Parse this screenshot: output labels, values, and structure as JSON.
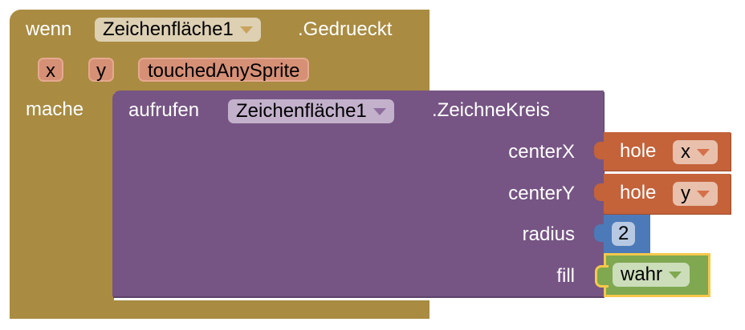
{
  "event_block": {
    "keyword": "wenn",
    "component": "Zeichenfläche1",
    "event": ".Gedrueckt",
    "params": [
      "x",
      "y",
      "touchedAnySprite"
    ],
    "do_label": "mache"
  },
  "call_block": {
    "keyword": "aufrufen",
    "component": "Zeichenfläche1",
    "method": ".ZeichneKreis",
    "args": [
      {
        "name": "centerX"
      },
      {
        "name": "centerY"
      },
      {
        "name": "radius"
      },
      {
        "name": "fill"
      }
    ]
  },
  "centerX_value": {
    "keyword": "hole",
    "var": "x"
  },
  "centerY_value": {
    "keyword": "hole",
    "var": "y"
  },
  "radius_value": "2",
  "fill_value": "wahr",
  "colors": {
    "event": "#A98B42",
    "procedure": "#765584",
    "variable": "#C4623A",
    "math": "#4C7AB8",
    "logic": "#7FA850",
    "highlight": "#F5C84B"
  }
}
